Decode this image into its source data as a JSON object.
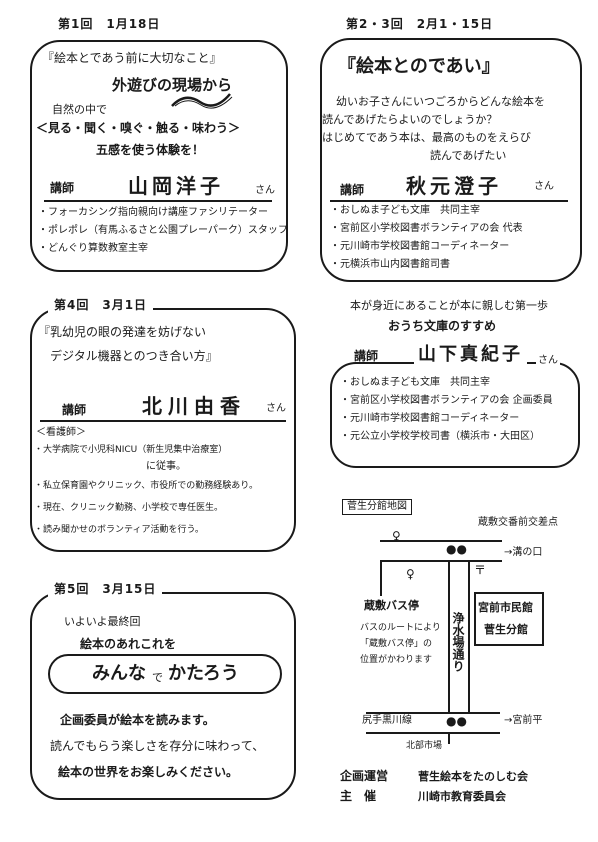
{
  "s1": {
    "header": "第1回　1月18日",
    "title": "『絵本とであう前に大切なこと』",
    "title2": "外遊びの現場から",
    "l1": "自然の中で",
    "l2": "＜見る・聞く・嗅ぐ・触る・味わう＞",
    "l3": "五感を使う体験を！",
    "lecturer_label": "講師",
    "lecturer": "山岡洋子",
    "san": "さん",
    "b1": "・フォーカシング指向親向け講座ファシリテーター",
    "b2": "・ポレポレ（有馬ふるさと公園プレーパーク）スタッフ",
    "b3": "・どんぐり算数教室主宰"
  },
  "s23": {
    "header": "第2・3回　2月1・15日",
    "title": "『絵本とのであい』",
    "p1": "幼いお子さんにいつごろからどんな絵本を",
    "p2": "読んであげたらよいのでしょうか？",
    "p3": "はじめてであう本は、最高のものをえらび",
    "p4": "読んであげたい",
    "lecturer_label": "講師",
    "lecturer": "秋元澄子",
    "san": "さん",
    "b1": "・おしぬま子ども文庫　共同主宰",
    "b2": "・宮前区小学校図書ボランティアの会 代表",
    "b3": "・元川崎市学校図書館コーディネーター",
    "b4": "・元横浜市山内図書館司書",
    "sub1": "本が身近にあることが本に親しむ第一歩",
    "sub2": "おうち文庫のすすめ",
    "lecturer2_label": "講師",
    "lecturer2": "山下真紀子",
    "san2": "さん",
    "c1": "・おしぬま子ども文庫　共同主宰",
    "c2": "・宮前区小学校図書ボランティアの会 企画委員",
    "c3": "・元川崎市学校図書館コーディネーター",
    "c4": "・元公立小学校学校司書（横浜市・大田区）"
  },
  "s4": {
    "header": "第4回　3月1日",
    "title1": "『乳幼児の眼の発達を妨げない",
    "title2": "デジタル機器とのつき合い方』",
    "lecturer_label": "講師",
    "lecturer": "北川由香",
    "san": "さん",
    "tag": "＜看護師＞",
    "b1": "・大学病院で小児科NICU（新生児集中治療室）",
    "b1b": "に従事。",
    "b2": "・私立保育園やクリニック、市役所での勤務経験あり。",
    "b3": "・現在、クリニック勤務、小学校で専任医生。",
    "b4": "・読み聞かせのボランティア活動を行う。"
  },
  "s5": {
    "header": "第5回　3月15日",
    "l1": "いよいよ最終回",
    "l2": "絵本のあれこれを",
    "big1": "みんな",
    "big2": "で",
    "big3": "かたろう",
    "p1": "企画委員が絵本を読みます。",
    "p2": "読んでもらう楽しさを存分に味わって、",
    "p3": "絵本の世界をお楽しみください。"
  },
  "map": {
    "title": "菅生分館地図",
    "kura_intersection": "蔵敷交番前交差点",
    "mizonokuchi": "→溝の口",
    "bus_stop": "蔵敷バス停",
    "bus_note1": "バスのルートにより",
    "bus_note2": "「蔵敷バス停」の",
    "bus_note3": "位置がかわります",
    "road": "浄水場通り",
    "building1": "宮前市民館",
    "building2": "菅生分館",
    "sen": "尻手黒川線",
    "miyamaedaira": "→宮前平",
    "north": "北部市場"
  },
  "footer": {
    "org_label": "企画運営",
    "org": "菅生絵本をたのしむ会",
    "host_label": "主催",
    "host": "川崎市教育委員会"
  }
}
